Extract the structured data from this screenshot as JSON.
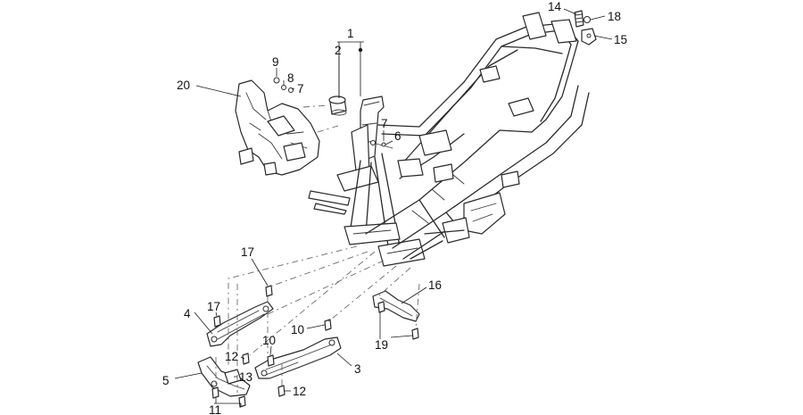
{
  "callouts": [
    {
      "id": "c1",
      "text": "1"
    },
    {
      "id": "c2",
      "text": "2"
    },
    {
      "id": "c3",
      "text": "3"
    },
    {
      "id": "c4",
      "text": "4"
    },
    {
      "id": "c5",
      "text": "5"
    },
    {
      "id": "c6",
      "text": "6"
    },
    {
      "id": "c7a",
      "text": "7"
    },
    {
      "id": "c7b",
      "text": "7"
    },
    {
      "id": "c8",
      "text": "8"
    },
    {
      "id": "c9",
      "text": "9"
    },
    {
      "id": "c10a",
      "text": "10"
    },
    {
      "id": "c10b",
      "text": "10"
    },
    {
      "id": "c11",
      "text": "11"
    },
    {
      "id": "c12a",
      "text": "12"
    },
    {
      "id": "c12b",
      "text": "12"
    },
    {
      "id": "c13",
      "text": "13"
    },
    {
      "id": "c14",
      "text": "14"
    },
    {
      "id": "c15",
      "text": "15"
    },
    {
      "id": "c16",
      "text": "16"
    },
    {
      "id": "c17a",
      "text": "17"
    },
    {
      "id": "c17b",
      "text": "17"
    },
    {
      "id": "c18",
      "text": "18"
    },
    {
      "id": "c19",
      "text": "19"
    },
    {
      "id": "c20",
      "text": "20"
    }
  ],
  "colors": {
    "line": "#2a2a2a",
    "background": "#ffffff",
    "dashed": "#6a6a6a"
  }
}
